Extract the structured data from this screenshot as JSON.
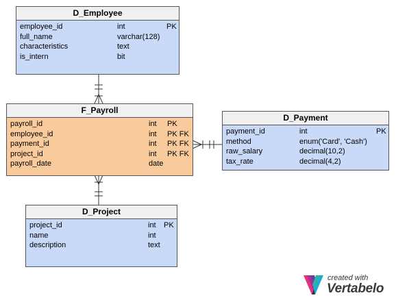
{
  "entities": {
    "employee": {
      "title": "D_Employee",
      "columns": [
        {
          "name": "employee_id",
          "type": "int",
          "key": "PK"
        },
        {
          "name": "full_name",
          "type": "varchar(128)",
          "key": ""
        },
        {
          "name": "characteristics",
          "type": "text",
          "key": ""
        },
        {
          "name": "is_intern",
          "type": "bit",
          "key": ""
        }
      ]
    },
    "payroll": {
      "title": "F_Payroll",
      "columns": [
        {
          "name": "payroll_id",
          "type": "int",
          "key": "PK"
        },
        {
          "name": "employee_id",
          "type": "int",
          "key": "PK FK"
        },
        {
          "name": "payment_id",
          "type": "int",
          "key": "PK FK"
        },
        {
          "name": "project_id",
          "type": "int",
          "key": "PK FK"
        },
        {
          "name": "payroll_date",
          "type": "date",
          "key": ""
        }
      ]
    },
    "payment": {
      "title": "D_Payment",
      "columns": [
        {
          "name": "payment_id",
          "type": "int",
          "key": "PK"
        },
        {
          "name": "method",
          "type": "enum('Card', 'Cash')",
          "key": ""
        },
        {
          "name": "raw_salary",
          "type": "decimal(10,2)",
          "key": ""
        },
        {
          "name": "tax_rate",
          "type": "decimal(4,2)",
          "key": ""
        }
      ]
    },
    "project": {
      "title": "D_Project",
      "columns": [
        {
          "name": "project_id",
          "type": "int",
          "key": "PK"
        },
        {
          "name": "name",
          "type": "int",
          "key": ""
        },
        {
          "name": "description",
          "type": "text",
          "key": ""
        }
      ]
    }
  },
  "colors": {
    "dimension_fill": "#c9daf8",
    "fact_fill": "#f9cb9c",
    "header_fill": "#f0f0f0",
    "border": "#555555"
  },
  "logo": {
    "created_text": "created with",
    "brand_text": "Vertabelo"
  }
}
